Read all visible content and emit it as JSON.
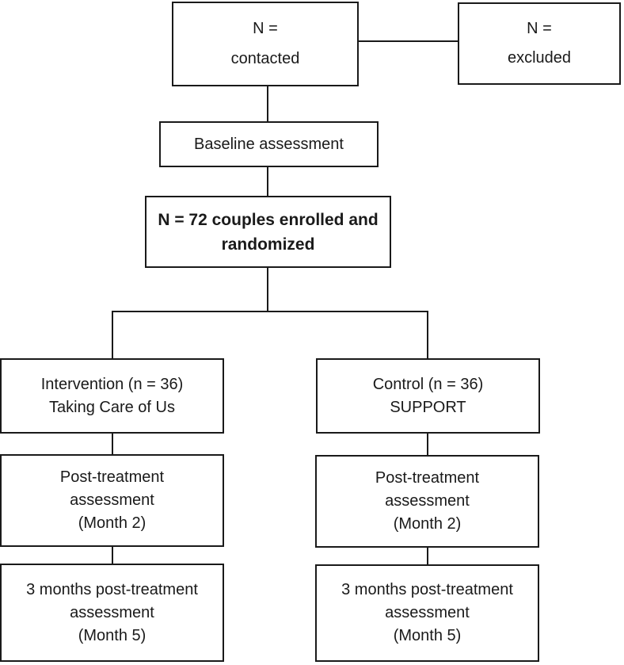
{
  "colors": {
    "ink": "#1a1a1a",
    "background": "#ffffff"
  },
  "nodes": {
    "contacted": {
      "lines": [
        "N =",
        "contacted"
      ]
    },
    "excluded": {
      "lines": [
        "N =",
        "excluded"
      ]
    },
    "baseline": {
      "lines": [
        "Baseline assessment"
      ]
    },
    "enrolled": {
      "lines": [
        "N = 72 couples enrolled and",
        "randomized"
      ]
    },
    "intervention": {
      "lines": [
        "Intervention (n = 36)",
        "Taking Care of Us"
      ]
    },
    "control": {
      "lines": [
        "Control (n = 36)",
        "SUPPORT"
      ]
    },
    "post_left": {
      "lines": [
        "Post-treatment",
        "assessment",
        "(Month 2)"
      ]
    },
    "post_right": {
      "lines": [
        "Post-treatment",
        "assessment",
        "(Month 2)"
      ]
    },
    "followup_left": {
      "lines": [
        "3 months post-treatment",
        "assessment",
        "(Month 5)"
      ]
    },
    "followup_right": {
      "lines": [
        "3 months post-treatment",
        "assessment",
        "(Month 5)"
      ]
    }
  }
}
